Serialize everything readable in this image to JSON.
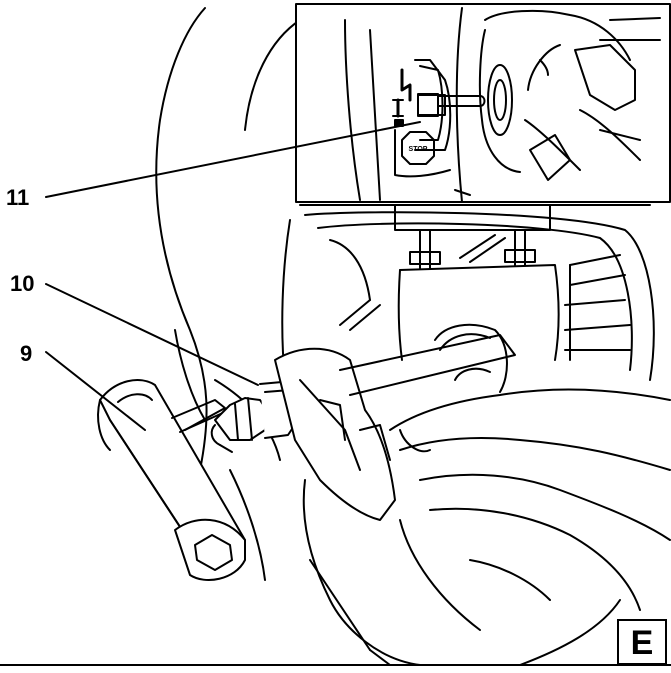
{
  "callouts": {
    "nine": "9",
    "ten": "10",
    "eleven": "11"
  },
  "figure_letter": "E",
  "switch_labels": {
    "run": "I",
    "stop": "STOP"
  },
  "colors": {
    "line": "#000000",
    "background": "#ffffff"
  }
}
